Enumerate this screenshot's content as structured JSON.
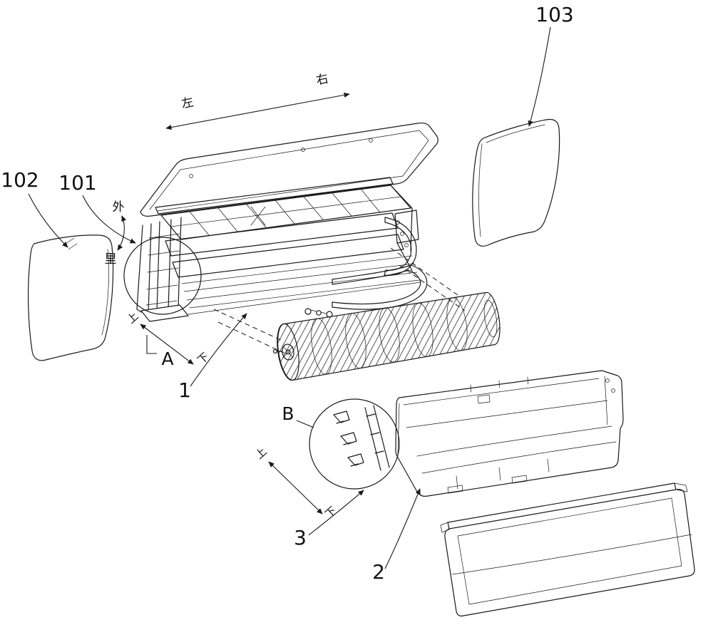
{
  "figure": {
    "background": "#ffffff",
    "line_color": "#1a1a1a",
    "callouts": {
      "part103": "103",
      "part102": "102",
      "part101": "101",
      "part1": "1",
      "part2": "2",
      "part3": "3",
      "detailA": "A",
      "detailB": "B"
    },
    "directions": {
      "left": "左",
      "right": "右",
      "outside": "外",
      "inside": "里",
      "up": "上",
      "down": "下"
    }
  }
}
